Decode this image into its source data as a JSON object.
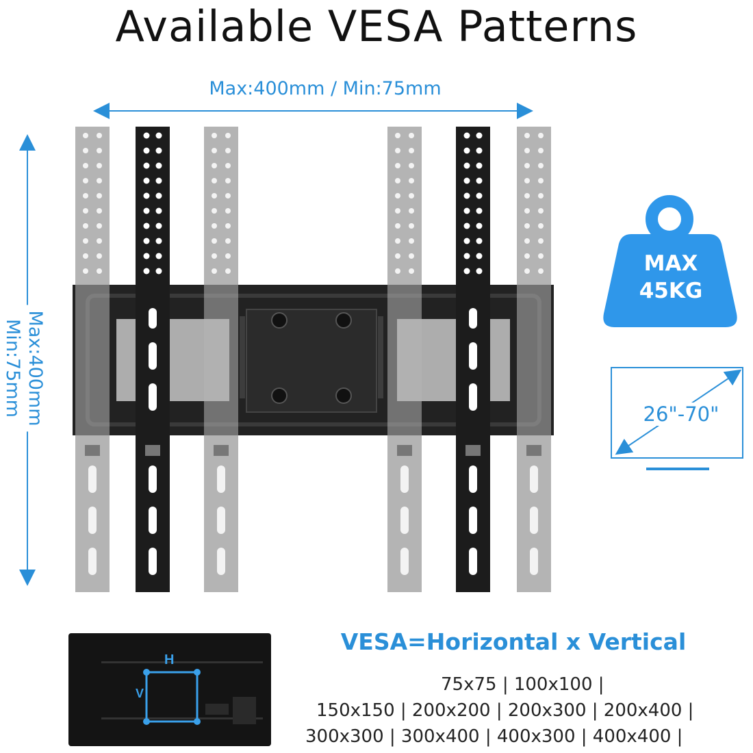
{
  "title": "Available VESA Patterns",
  "horizontal_range_label": "Max:400mm / Min:75mm",
  "vertical_range": {
    "max": "Max:400mm",
    "min": "Min:75mm"
  },
  "weight_badge": {
    "line1": "MAX",
    "line2": "45KG"
  },
  "screen_size": "26\"-70\"",
  "formula": "VESA=Horizontal x Vertical",
  "tv_diagram": {
    "h_label": "H",
    "v_label": "V"
  },
  "patterns": [
    "75x75 | 100x100 |",
    "150x150 | 200x200 | 200x300 | 200x400 |",
    "300x300 | 300x400 | 400x300 | 400x400 |"
  ],
  "colors": {
    "accent": "#2a8fd8",
    "badge": "#2f97ea",
    "bracket": "#1c1c1c",
    "arm_light": "#b4b4b4"
  }
}
